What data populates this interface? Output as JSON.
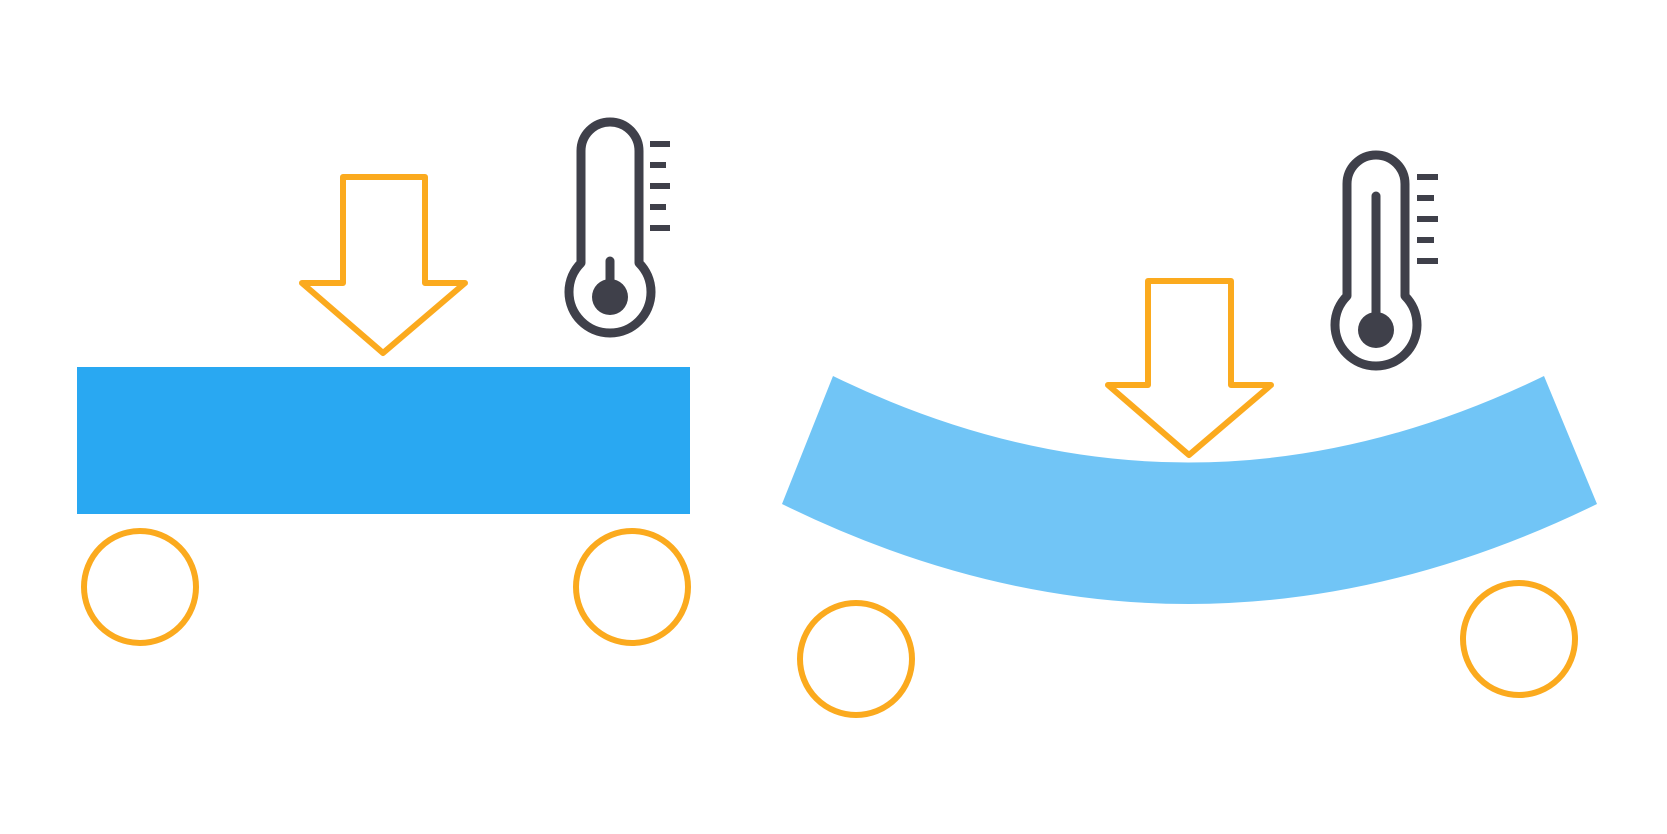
{
  "colors": {
    "background": "#ffffff",
    "beam_straight": "#29a8f2",
    "beam_bent": "#71c5f6",
    "load_and_supports": "#fbaa1e",
    "thermometer": "#3f404a"
  },
  "panels": [
    {
      "state": "unloaded-straight",
      "beam": "straight",
      "icons": [
        "down-arrow-load-icon",
        "low-temperature-thermometer-icon",
        "roller-support-icon",
        "roller-support-icon"
      ],
      "thermometer_level": 0.15
    },
    {
      "state": "loaded-bent",
      "beam": "bent",
      "icons": [
        "down-arrow-load-icon",
        "high-temperature-thermometer-icon",
        "roller-support-icon",
        "roller-support-icon"
      ],
      "thermometer_level": 0.85
    }
  ]
}
